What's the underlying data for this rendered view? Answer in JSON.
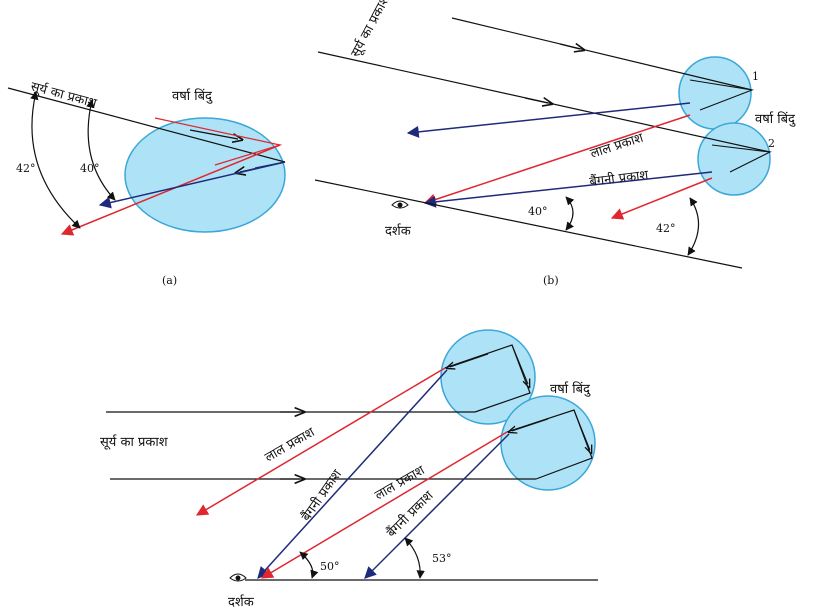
{
  "colors": {
    "drop": "#aee3f7",
    "drop_stroke": "#3aa7d8",
    "red": "#e0262e",
    "violet": "#1f2a7a",
    "line": "#111111"
  },
  "icons": [
    "eye-icon"
  ],
  "panel_a": {
    "sunlight": "सूर्य का प्रकाश",
    "raindrop": "वर्षा बिंदु",
    "angle_outer": "42°",
    "angle_inner": "40°",
    "caption": "(a)"
  },
  "panel_b": {
    "sunlight": "सूर्य का प्रकाश",
    "raindrop": "वर्षा बिंदु",
    "drop1": "1",
    "drop2": "2",
    "red_light": "लाल प्रकाश",
    "violet_light": "बैंगनी प्रकाश",
    "angle_violet": "40°",
    "angle_red": "42°",
    "observer": "दर्शक",
    "caption": "(b)"
  },
  "panel_c": {
    "sunlight": "सूर्य का प्रकाश",
    "raindrop": "वर्षा बिंदु",
    "red_light_1": "लाल प्रकाश",
    "violet_light_1": "बैंगनी प्रकाश",
    "red_light_2": "लाल प्रकाश",
    "violet_light_2": "बैंगनी प्रकाश",
    "angle_1": "50°",
    "angle_2": "53°",
    "observer": "दर्शक"
  }
}
